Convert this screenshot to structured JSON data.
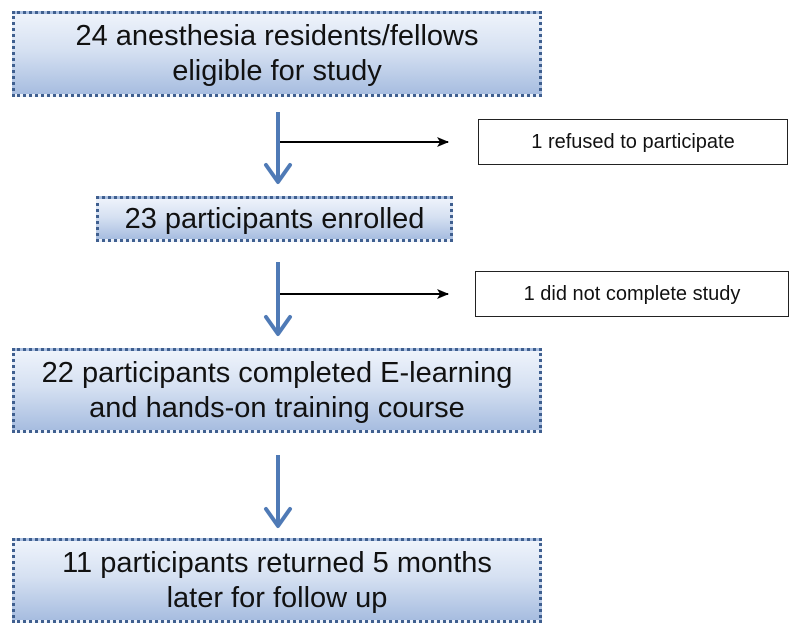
{
  "boxes": {
    "eligible": {
      "line1": "24 anesthesia residents/fellows",
      "line2": "eligible for study"
    },
    "enrolled": {
      "text": "23 participants enrolled"
    },
    "completed": {
      "line1": "22 participants completed E-learning",
      "line2": "and hands-on training course"
    },
    "followup": {
      "line1": "11 participants returned 5 months",
      "line2": "later for follow up"
    }
  },
  "exclusions": {
    "refused": "1 refused to participate",
    "incomplete": "1 did not complete study"
  },
  "colors": {
    "box_border": "#3f5f8f",
    "box_gradient_top": "#eef3fb",
    "box_gradient_bottom": "#a7bde0",
    "flow_arrow": "#4f7ab6",
    "side_arrow": "#000000"
  }
}
